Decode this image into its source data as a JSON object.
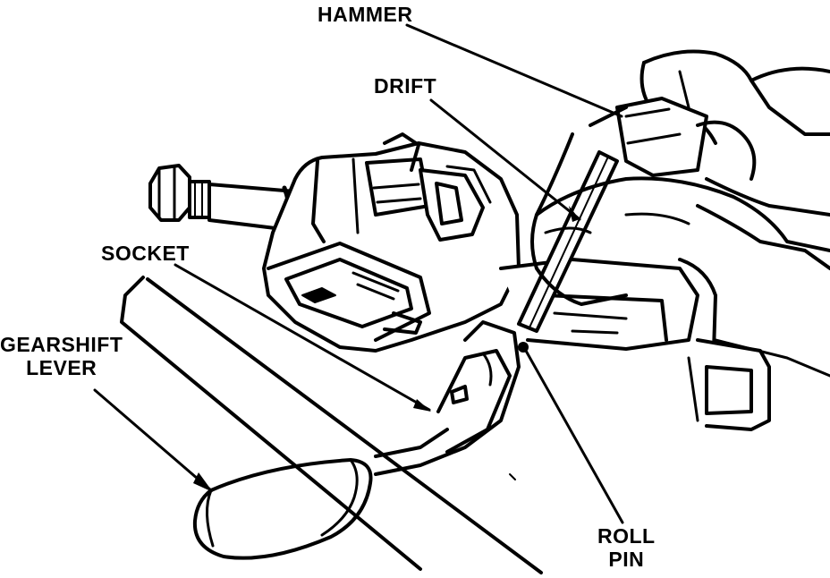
{
  "labels": {
    "hammer": "HAMMER",
    "drift": "DRIFT",
    "socket": "SOCKET",
    "gearshift_line1": "GEARSHIFT",
    "gearshift_line2": "LEVER",
    "roll_line1": "ROLL",
    "roll_line2": "PIN"
  },
  "colors": {
    "ink": "#000000",
    "paper": "#ffffff"
  }
}
